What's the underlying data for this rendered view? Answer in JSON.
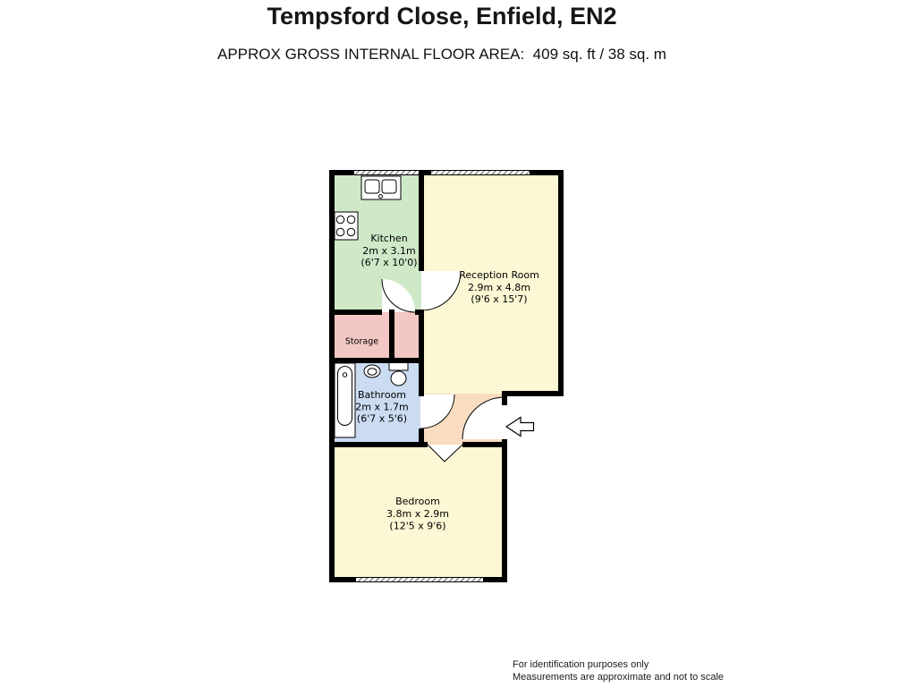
{
  "header": {
    "title": "Tempsford Close, Enfield, EN2",
    "subtitle": "APPROX GROSS INTERNAL FLOOR AREA:  409 sq. ft / 38 sq. m"
  },
  "rooms": {
    "kitchen": {
      "name": "Kitchen",
      "size_metric": "2m x 3.1m",
      "size_imperial": "(6'7 x 10'0)"
    },
    "reception": {
      "name": "Reception Room",
      "size_metric": "2.9m x 4.8m",
      "size_imperial": "(9'6 x 15'7)"
    },
    "storage": {
      "name": "Storage"
    },
    "bathroom": {
      "name": "Bathroom",
      "size_metric": "2m x 1.7m",
      "size_imperial": "(6'7 x 5'6)"
    },
    "bedroom": {
      "name": "Bedroom",
      "size_metric": "3.8m x 2.9m",
      "size_imperial": "(12'5 x 9'6)"
    }
  },
  "colors": {
    "kitchen": "#cfe9c8",
    "reception": "#fcf7d4",
    "storage": "#f3c7c3",
    "bathroom": "#cbdcf2",
    "hallway": "#fadcc0",
    "wall": "#000000"
  },
  "footer": {
    "line1": "For identification purposes only",
    "line2": "Measurements are approximate and not to scale"
  }
}
